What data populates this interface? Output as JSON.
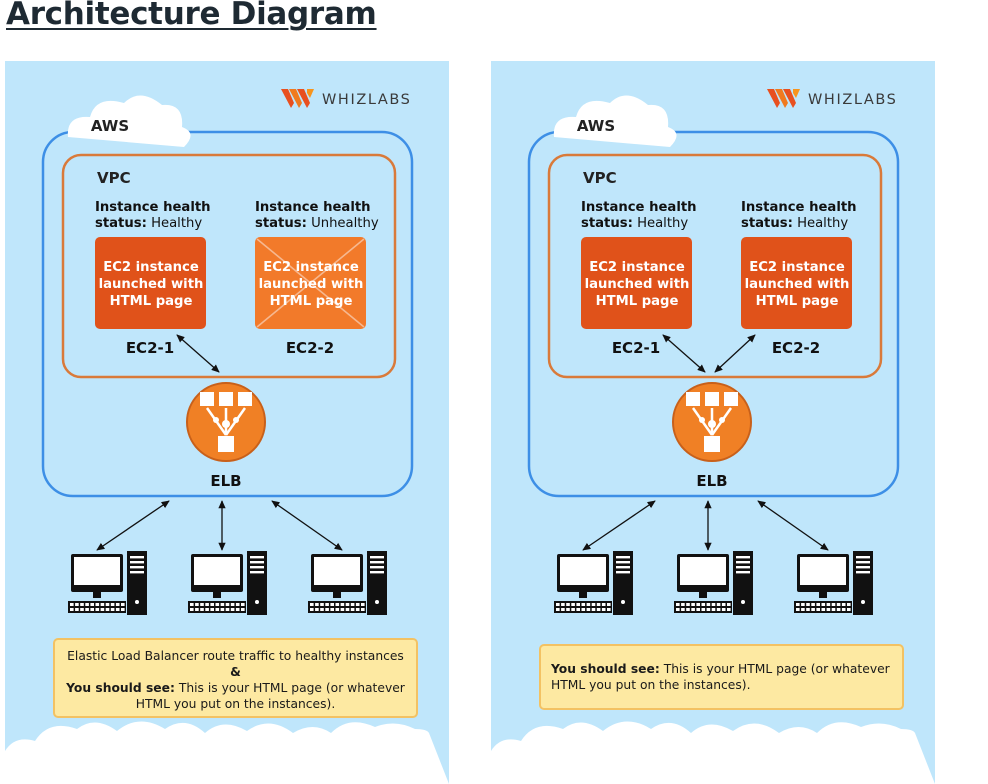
{
  "heading": "Architecture Diagram",
  "brand": {
    "name": "WHIZLABS",
    "colors": [
      "#e8501f",
      "#f7941d"
    ]
  },
  "colors": {
    "panel_bg": "#bfe6fb",
    "aws_border": "#3d8fe6",
    "vpc_border": "#d97a3a",
    "ec2_fill": "#e0521a",
    "elb_fill": "#f08025",
    "note_bg": "#fde9a2"
  },
  "panels": [
    {
      "aws_label": "AWS",
      "vpc_label": "VPC",
      "instances": [
        {
          "status_prefix": "Instance health",
          "status_key": "status:",
          "status_value": "Healthy",
          "box_lines": [
            "EC2 instance",
            "launched with",
            "HTML page"
          ],
          "name": "EC2-1",
          "healthy": true
        },
        {
          "status_prefix": "Instance health",
          "status_key": "status:",
          "status_value": "Unhealthy",
          "box_lines": [
            "EC2 instance",
            "launched with",
            "HTML page"
          ],
          "name": "EC2-2",
          "healthy": false
        }
      ],
      "elb_label": "ELB",
      "clients": [
        "client-1",
        "client-2",
        "client-3"
      ],
      "note": {
        "line1": "Elastic Load Balancer route traffic to healthy instances",
        "amp": "&",
        "bold": "You should see:",
        "rest": "This is your HTML page (or whatever HTML you put on the instances)."
      }
    },
    {
      "aws_label": "AWS",
      "vpc_label": "VPC",
      "instances": [
        {
          "status_prefix": "Instance health",
          "status_key": "status:",
          "status_value": "Healthy",
          "box_lines": [
            "EC2 instance",
            "launched with",
            "HTML page"
          ],
          "name": "EC2-1",
          "healthy": true
        },
        {
          "status_prefix": "Instance health",
          "status_key": "status:",
          "status_value": "Healthy",
          "box_lines": [
            "EC2 instance",
            "launched with",
            "HTML page"
          ],
          "name": "EC2-2",
          "healthy": true
        }
      ],
      "elb_label": "ELB",
      "clients": [
        "client-1",
        "client-2",
        "client-3"
      ],
      "note": {
        "bold": "You should see:",
        "rest": "This is your HTML page (or whatever HTML you put on the instances)."
      }
    }
  ]
}
